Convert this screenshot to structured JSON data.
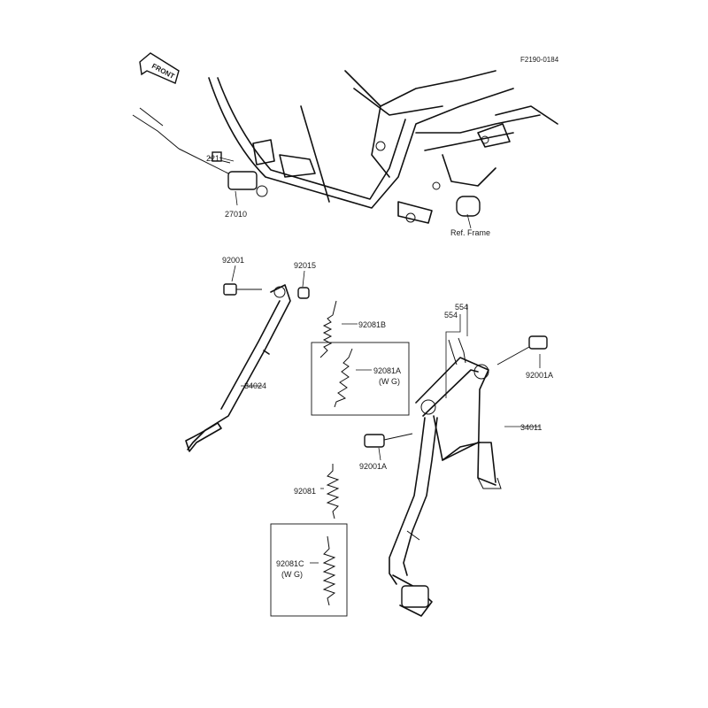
{
  "diagram": {
    "code": "F2190-0184",
    "front_arrow_label": "FRONT",
    "labels": {
      "p221": "221",
      "p27010": "27010",
      "ref_frame": "Ref. Frame",
      "p92001": "92001",
      "p92015": "92015",
      "p92081B": "92081B",
      "p554_a": "554",
      "p554_b": "554",
      "p92081A": "92081A",
      "wg1": "(W G)",
      "p34024": "34024",
      "p92001A_right": "92001A",
      "p34011": "34011",
      "p92001A_left": "92001A",
      "p92081": "92081",
      "p92081C": "92081C",
      "wg2": "(W G)"
    }
  }
}
